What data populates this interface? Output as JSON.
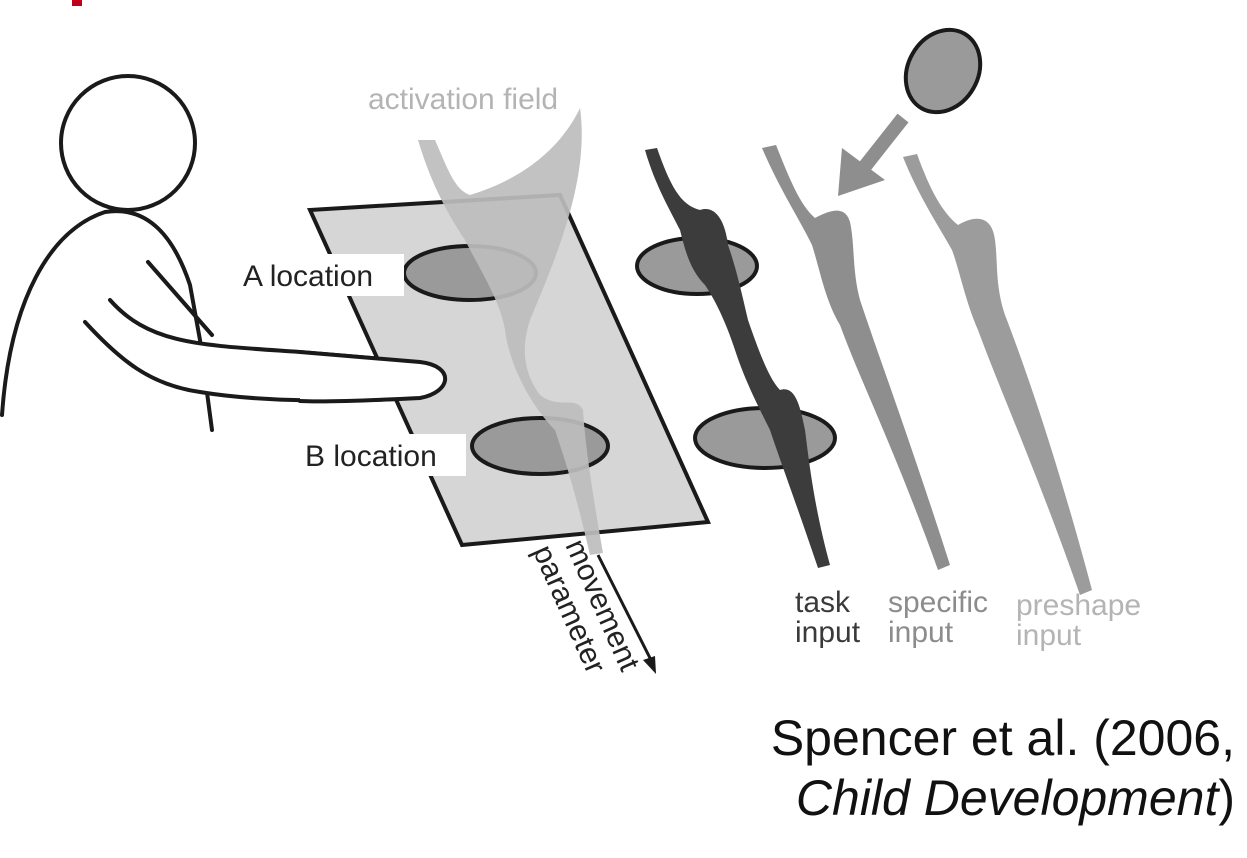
{
  "labels": {
    "activation_field": "activation field",
    "a_location": "A location",
    "b_location": "B location",
    "movement_line1": "movement",
    "movement_line2": "parameter",
    "task_line1": "task",
    "task_line2": "input",
    "specific_line1": "specific",
    "specific_line2": "input",
    "preshape_line1": "preshape",
    "preshape_line2": "input"
  },
  "citation": {
    "line1": "Spencer et al. (2006,",
    "journal": "Child Development",
    "close": ")"
  },
  "colors": {
    "table": "#d6d6d6",
    "well": "#9a9a9a",
    "activation_field": "#bdbdbd",
    "task_input": "#3c3c3c",
    "specific_input": "#8e8e8e",
    "preshape_input": "#9c9c9c",
    "outline": "#1a1a1a"
  }
}
